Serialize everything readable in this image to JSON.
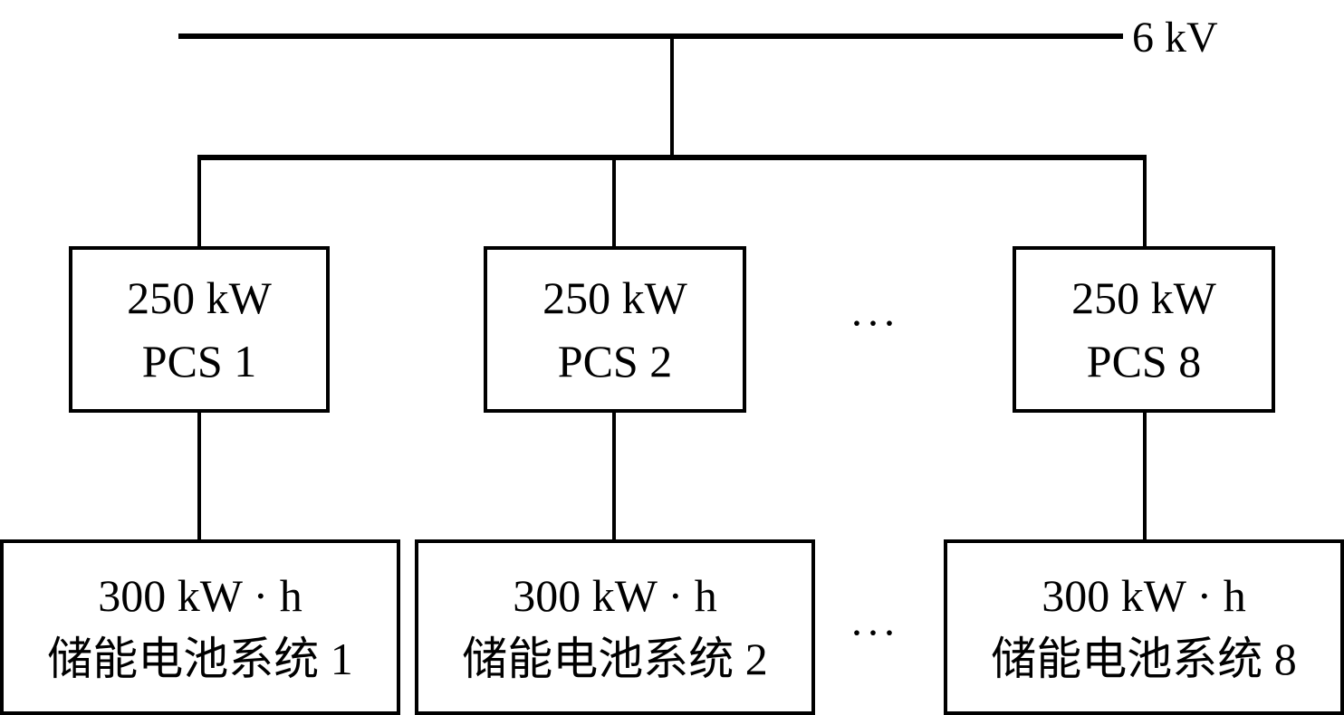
{
  "bus": {
    "label": "6 kV"
  },
  "pcs_units": [
    {
      "power": "250 kW",
      "name": "PCS 1"
    },
    {
      "power": "250 kW",
      "name": "PCS 2"
    },
    {
      "power": "250 kW",
      "name": "PCS 8"
    }
  ],
  "battery_units": [
    {
      "capacity": "300 kW · h",
      "name": "储能电池系统 1"
    },
    {
      "capacity": "300 kW · h",
      "name": "储能电池系统 2"
    },
    {
      "capacity": "300 kW · h",
      "name": "储能电池系统 8"
    }
  ],
  "ellipsis": "···"
}
